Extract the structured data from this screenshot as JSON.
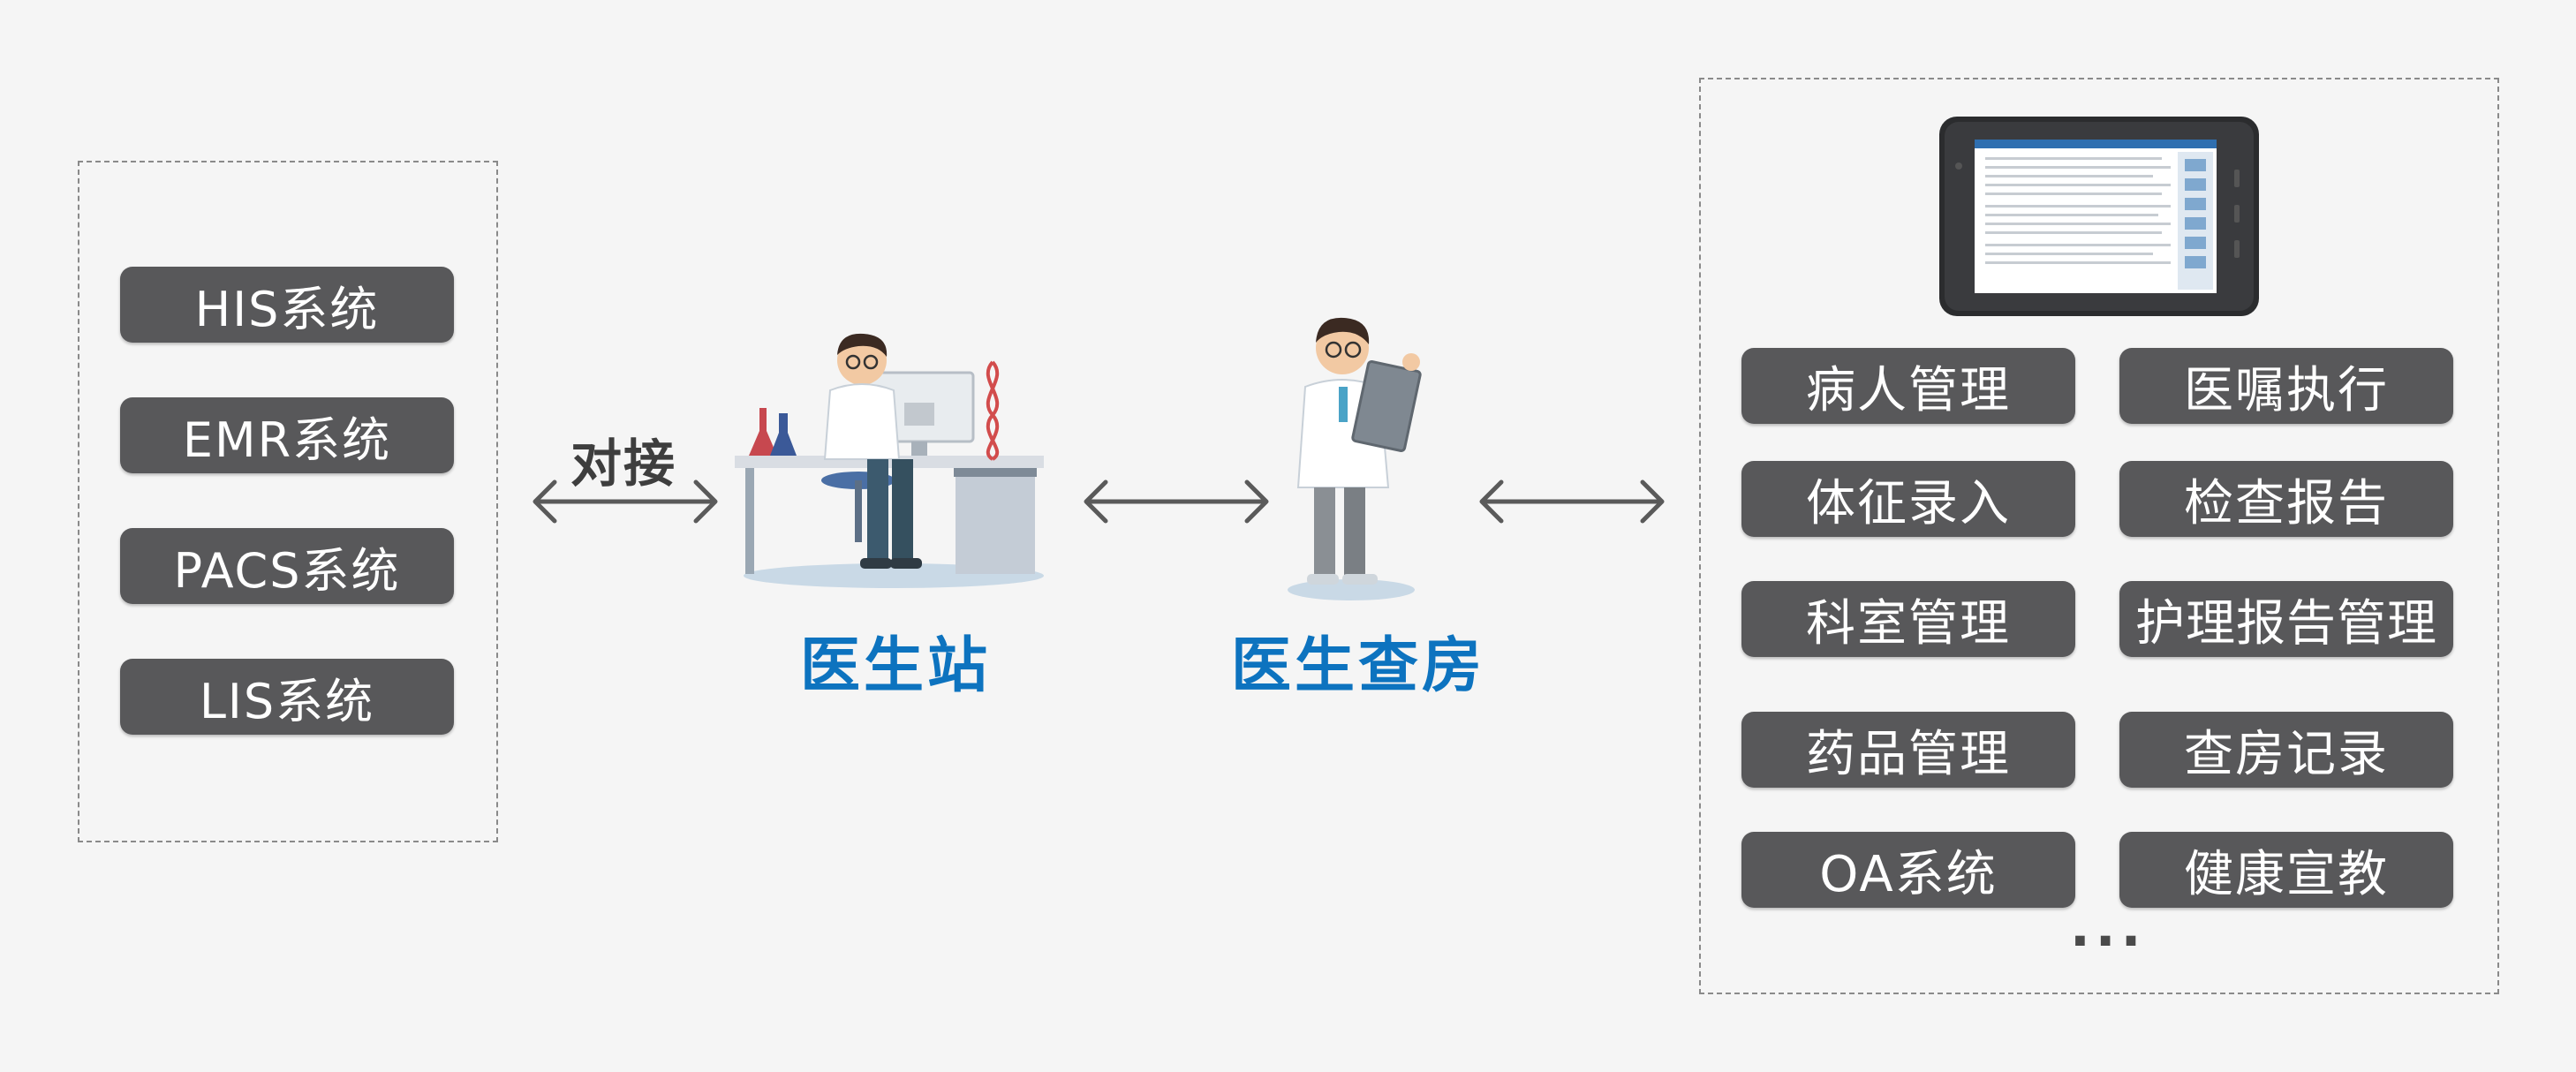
{
  "left_systems": [
    "HIS系统",
    "EMR系统",
    "PACS系统",
    "LIS系统"
  ],
  "connector_label": "对接",
  "doctor_station_label": "医生站",
  "ward_round_label": "医生查房",
  "mobile_features": [
    [
      "病人管理",
      "医嘱执行"
    ],
    [
      "体征录入",
      "检查报告"
    ],
    [
      "科室管理",
      "护理报告管理"
    ],
    [
      "药品管理",
      "查房记录"
    ],
    [
      "OA系统",
      "健康宣教"
    ]
  ],
  "more": "...",
  "colors": {
    "pill_bg": "#58585a",
    "label_blue": "#0d73bf",
    "background": "#f5f5f5"
  },
  "icons": [
    "doctor-at-desk-icon",
    "doctor-with-clipboard-icon",
    "tablet-device-icon",
    "double-arrow-icon"
  ]
}
